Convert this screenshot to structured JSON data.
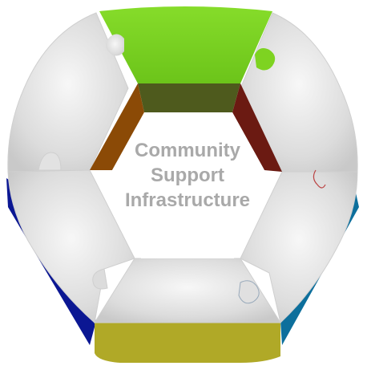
{
  "center": {
    "line1": "Community",
    "line2": "Support",
    "line3": "Infrastructure"
  },
  "colors": {
    "top": "#7ed321",
    "top_dark": "#4e5a1d",
    "upper_left_edge": "#8b4a06",
    "upper_right_edge": "#6b1a12",
    "left_edge": "#0b1793",
    "right_edge": "#0d6f9c",
    "bottom_edge": "#b0a927",
    "segment_face": "#d9d9d9",
    "text": "#a9a9a9"
  }
}
